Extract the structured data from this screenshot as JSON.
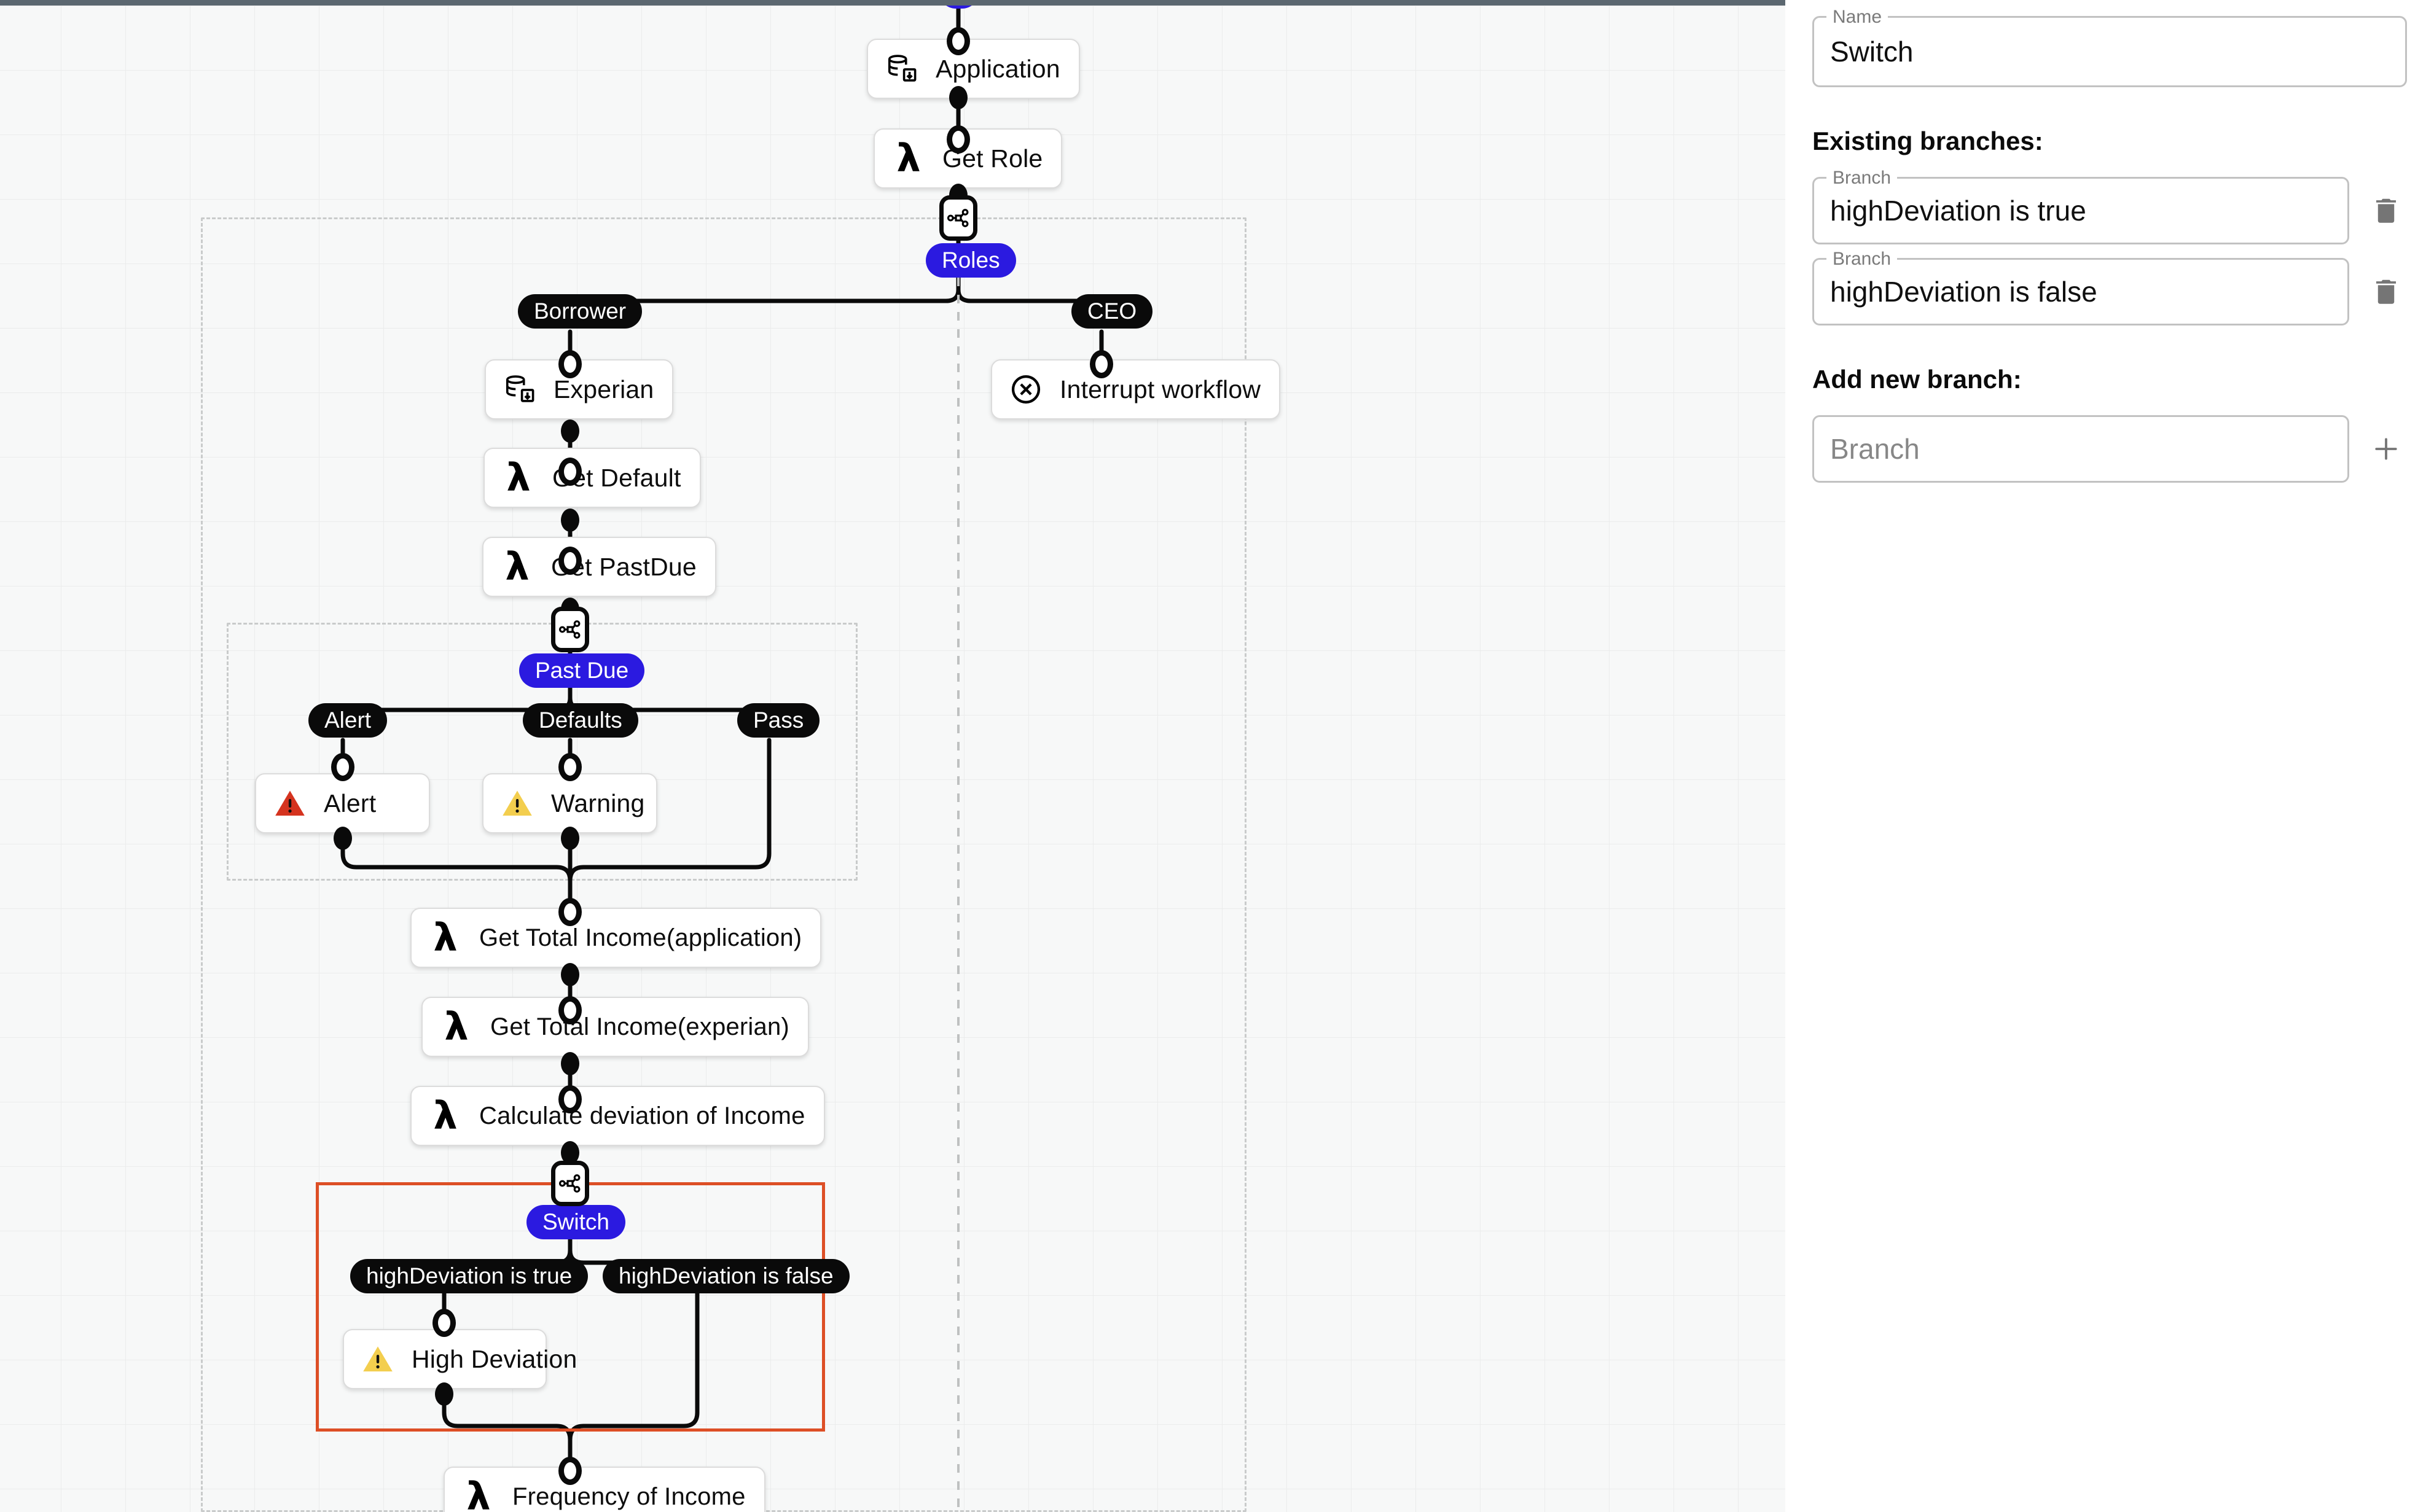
{
  "canvas": {
    "background_color": "#f7f8f8",
    "grid_color": "#ebecec",
    "selection_color": "#dd4f26",
    "pill_blue": "#2b1ae0",
    "pill_black": "#0a0a0a",
    "alert_red": "#d5331f",
    "warning_amber": "#f3ce4e"
  },
  "nodes": [
    {
      "id": "application",
      "label": "Application",
      "icon": "database-import-icon"
    },
    {
      "id": "get-role",
      "label": "Get Role",
      "icon": "lambda-icon"
    },
    {
      "id": "experian",
      "label": "Experian",
      "icon": "database-import-icon"
    },
    {
      "id": "get-default",
      "label": "Get Default",
      "icon": "lambda-icon"
    },
    {
      "id": "get-pastdue",
      "label": "Get PastDue",
      "icon": "lambda-icon"
    },
    {
      "id": "interrupt",
      "label": "Interrupt workflow",
      "icon": "circle-x-icon"
    },
    {
      "id": "alert",
      "label": "Alert",
      "icon": "alert-triangle-icon"
    },
    {
      "id": "warning",
      "label": "Warning",
      "icon": "warning-triangle-icon"
    },
    {
      "id": "income-app",
      "label": "Get Total Income(application)",
      "icon": "lambda-icon"
    },
    {
      "id": "income-exp",
      "label": "Get Total Income(experian)",
      "icon": "lambda-icon"
    },
    {
      "id": "calc-dev",
      "label": "Calculate deviation of Income",
      "icon": "lambda-icon"
    },
    {
      "id": "high-dev",
      "label": "High Deviation",
      "icon": "warning-triangle-icon"
    },
    {
      "id": "freq-income",
      "label": "Frequency of Income",
      "icon": "lambda-icon"
    }
  ],
  "switch_pills": [
    {
      "id": "roles",
      "label": "Roles"
    },
    {
      "id": "pastdue",
      "label": "Past Due"
    },
    {
      "id": "switch",
      "label": "Switch"
    }
  ],
  "branch_pills": [
    {
      "id": "borrower",
      "label": "Borrower"
    },
    {
      "id": "ceo",
      "label": "CEO"
    },
    {
      "id": "alert",
      "label": "Alert"
    },
    {
      "id": "defaults",
      "label": "Defaults"
    },
    {
      "id": "pass",
      "label": "Pass"
    },
    {
      "id": "dev-true",
      "label": "highDeviation is true"
    },
    {
      "id": "dev-false",
      "label": "highDeviation is false"
    }
  ],
  "panel": {
    "name_field": {
      "legend": "Name",
      "value": "Switch"
    },
    "existing_heading": "Existing branches:",
    "branches": [
      {
        "legend": "Branch",
        "value": "highDeviation is true",
        "delete_icon": "trash-icon"
      },
      {
        "legend": "Branch",
        "value": "highDeviation is false",
        "delete_icon": "trash-icon"
      }
    ],
    "add_heading": "Add new branch:",
    "add_branch": {
      "placeholder": "Branch",
      "value": "",
      "add_icon": "plus-icon"
    }
  }
}
